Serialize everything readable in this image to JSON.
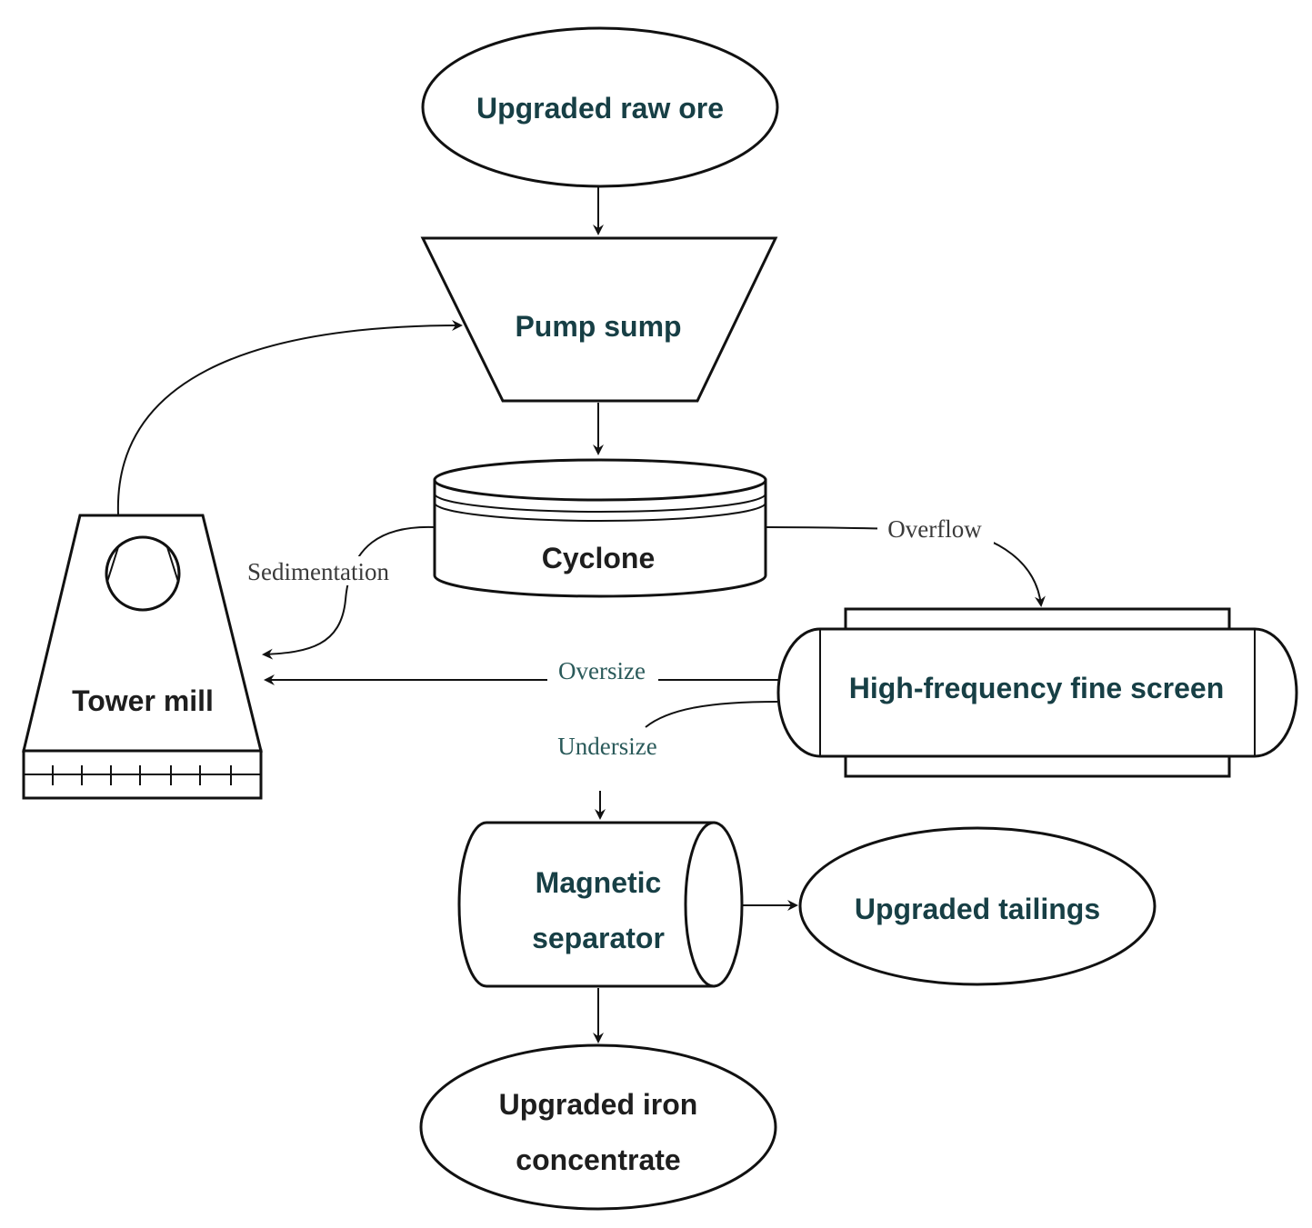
{
  "colors": {
    "label_teal": "#173f45",
    "label_dark": "#1e1e1e",
    "edge_label": "#3a3a3a",
    "edge_label_teal": "#2a5a5a",
    "stroke": "#111111"
  },
  "nodes": {
    "raw_ore": "Upgraded raw ore",
    "pump_sump": "Pump sump",
    "cyclone": "Cyclone",
    "tower_mill": "Tower mill",
    "fine_screen": "High-frequency fine screen",
    "magnetic_separator": [
      "Magnetic",
      "separator"
    ],
    "tailings": "Upgraded tailings",
    "iron_concentrate": [
      "Upgraded iron",
      "concentrate"
    ]
  },
  "edges": {
    "overflow": "Overflow",
    "sedimentation": "Sedimentation",
    "oversize": "Oversize",
    "undersize": "Undersize"
  }
}
